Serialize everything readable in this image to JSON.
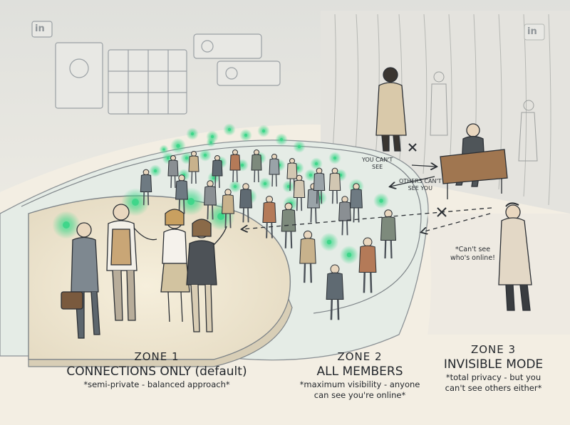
{
  "annotations": {
    "you_cant_see": [
      "YOU CAN'T",
      "SEE"
    ],
    "others_cant_see": [
      "OTHERS CAN'T",
      "SEE YOU"
    ],
    "cant_see_online": [
      "*Can't see",
      "who's online!"
    ]
  },
  "logo_text": "in",
  "zones": [
    {
      "title": "ZONE 1",
      "name": "CONNECTIONS ONLY (default)",
      "desc": [
        "*semi-private - balanced approach*"
      ]
    },
    {
      "title": "ZONE 2",
      "name": "ALL MEMBERS",
      "desc": [
        "*maximum visibility - anyone",
        "can see you're online*"
      ]
    },
    {
      "title": "ZONE 3",
      "name": "INVISIBLE MODE",
      "desc": [
        "*total privacy - but you",
        "can't see others either*"
      ]
    }
  ],
  "colors": {
    "paper": "#f3eee3",
    "ink": "#2b2f34",
    "online_green": "#3fd68a",
    "inner_floor": "#ebe2cf",
    "outer_floor": "#e3ebe6"
  }
}
